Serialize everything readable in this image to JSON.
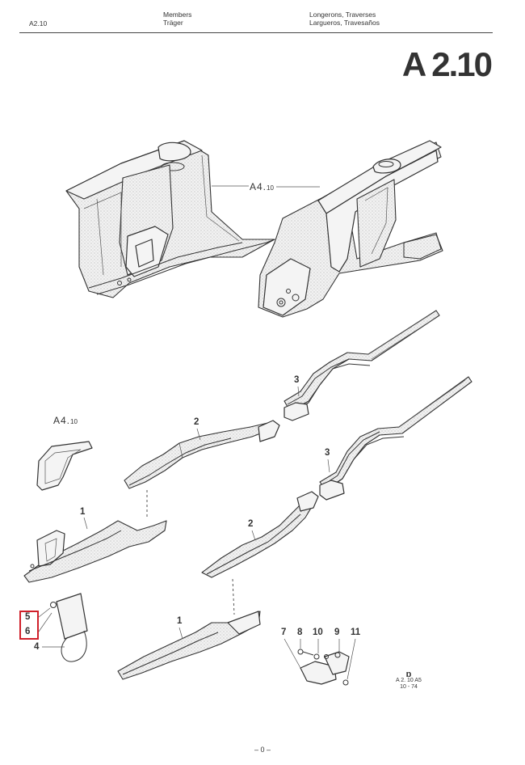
{
  "header": {
    "code": "A2.10",
    "title_en": "Members",
    "title_de": "Träger",
    "title_fr": "Longerons, Traverses",
    "title_es": "Largueros, Travesaños"
  },
  "big_code": "A 2.10",
  "callouts": {
    "ref_top": "A4.",
    "ref_top_small": "10",
    "ref_left": "A4.",
    "ref_left_small": "10",
    "c1a": "1",
    "c1b": "1",
    "c2a": "2",
    "c2b": "2",
    "c3a": "3",
    "c3b": "3",
    "c4": "4",
    "c5": "5",
    "c6": "6",
    "c7": "7",
    "c8": "8",
    "c9": "9",
    "c10": "10",
    "c11": "11"
  },
  "stamp": {
    "glyph": "ɒ",
    "line1": "A 2. 10 A5",
    "line2": "10 - 74"
  },
  "page_number": "– 0 –",
  "icons": [
    "part-illustration",
    "highlight-box"
  ]
}
